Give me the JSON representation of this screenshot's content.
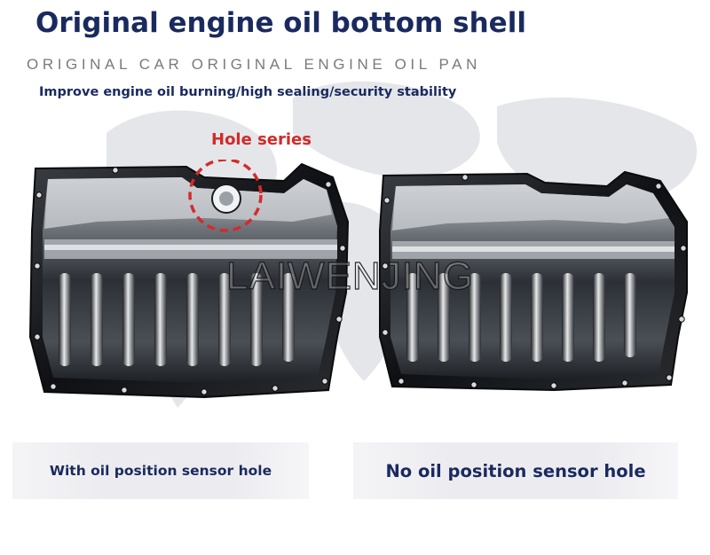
{
  "header": {
    "title": "Original engine oil bottom shell",
    "subtitle": "ORIGINAL CAR ORIGINAL ENGINE OIL PAN",
    "tagline": "Improve engine oil burning/high sealing/security stability"
  },
  "callout": {
    "label": "Hole series"
  },
  "watermark": {
    "text": "LAIWENJING"
  },
  "captions": {
    "left": "With oil position sensor hole",
    "right": "No oil position sensor hole"
  },
  "colors": {
    "title": "#1a2a5e",
    "callout": "#d42a2a",
    "subtitle": "#7a7a7a"
  },
  "icons": {
    "left_image": "oil-pan-with-sensor-hole-icon",
    "right_image": "oil-pan-without-sensor-hole-icon"
  }
}
